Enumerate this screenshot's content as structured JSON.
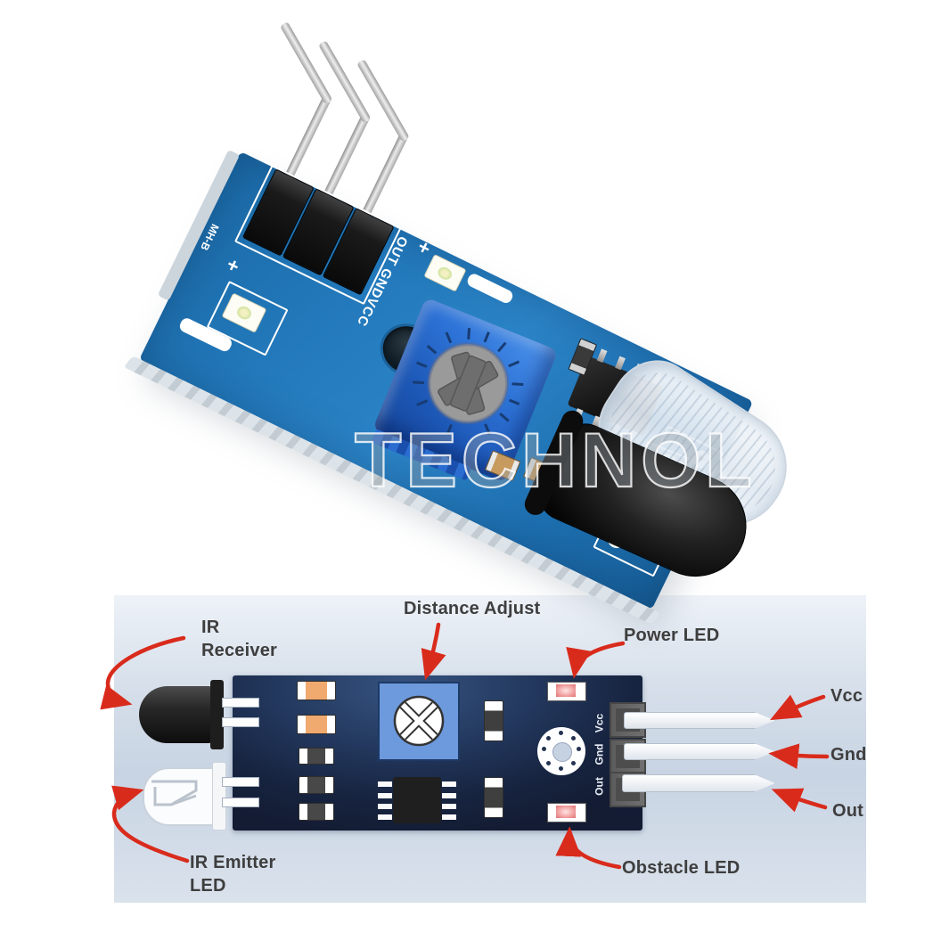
{
  "photo": {
    "watermark": "TECHNOL",
    "silkscreen": {
      "pin_labels": "OUT GNDVCC",
      "board_code": "MH-B",
      "plus_mark_1": "+",
      "plus_mark_2": "+"
    }
  },
  "diagram": {
    "labels": {
      "ir_receiver_line1": "IR",
      "ir_receiver_line2": "Receiver",
      "distance_adjust": "Distance Adjust",
      "power_led": "Power LED",
      "vcc": "Vcc",
      "gnd": "Gnd",
      "out": "Out",
      "obstacle_led": "Obstacle LED",
      "ir_emitter_line1": "IR Emitter",
      "ir_emitter_line2": "LED"
    },
    "board_pin_labels": {
      "vcc": "Vcc",
      "gnd": "Gnd",
      "out": "Out"
    },
    "colors": {
      "annotation_red": "#d92b1c",
      "label_gray": "#3e3e3e",
      "pcb_navy": "#1a2a4a",
      "diagram_background": "#cfdae8",
      "potentiometer_blue": "#6d99dd",
      "component_orange": "#f0a96e",
      "photo_pcb_blue": "#2278ba"
    }
  }
}
